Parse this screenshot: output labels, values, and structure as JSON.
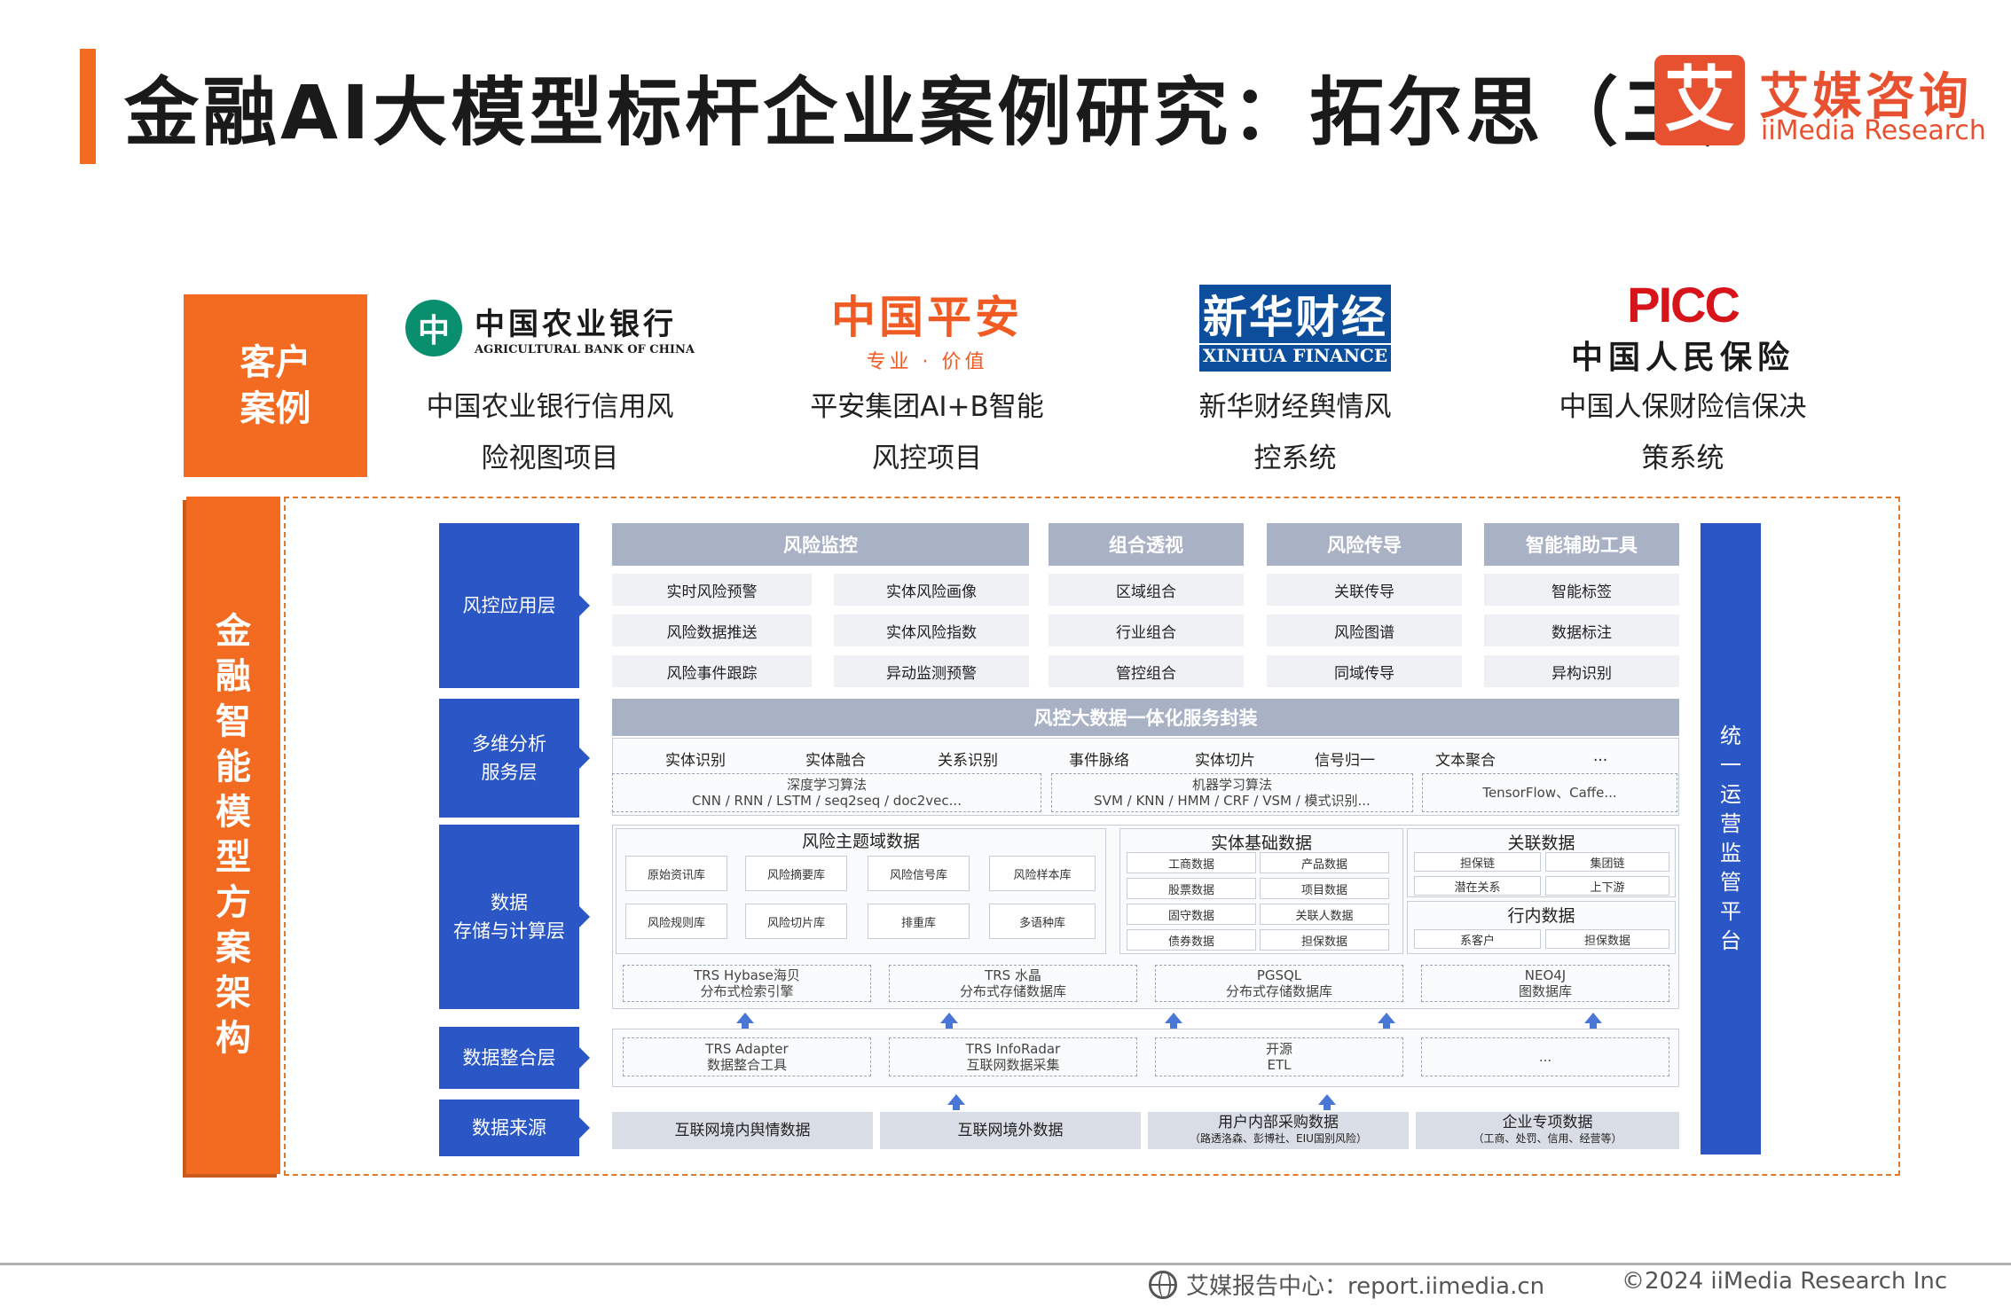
{
  "title": "金融AI大模型标杆企业案例研究：拓尔思（三）",
  "brand": {
    "mark": "艾",
    "cn": "艾媒咨询",
    "en": "iiMedia Research",
    "color": "#e8512f"
  },
  "client_label": [
    "客户",
    "案例"
  ],
  "cases": [
    {
      "logo": {
        "icon": "abc-logo-icon",
        "cn": "中国农业银行",
        "en": "AGRICULTURAL BANK OF CHINA"
      },
      "desc": [
        "中国农业银行信用风",
        "险视图项目"
      ]
    },
    {
      "logo": {
        "icon": "pingan-logo",
        "cn": "中国平安",
        "sub": "专业 · 价值"
      },
      "desc": [
        "平安集团AI+B智能",
        "风控项目"
      ]
    },
    {
      "logo": {
        "icon": "xinhua-logo",
        "cn": "新华财经",
        "en": "XINHUA FINANCE"
      },
      "desc": [
        "新华财经舆情风",
        "控系统"
      ]
    },
    {
      "logo": {
        "icon": "picc-logo",
        "en": "PICC",
        "cn": "中国人民保险"
      },
      "desc": [
        "中国人保财险信保决",
        "策系统"
      ]
    }
  ],
  "arch_label": [
    "金",
    "融",
    "智",
    "能",
    "模",
    "型",
    "方",
    "案",
    "架",
    "构"
  ],
  "layers": {
    "app": "风控应用层",
    "analysis": [
      "多维分析",
      "服务层"
    ],
    "storage": [
      "数据",
      "存储与计算层"
    ],
    "integration": "数据整合层",
    "source": "数据来源"
  },
  "app_layer": {
    "headers": [
      "风险监控",
      "组合透视",
      "风险传导",
      "智能辅助工具"
    ],
    "risk_monitor": [
      "实时风险预警",
      "实体风险画像",
      "风险数据推送",
      "实体风险指数",
      "风险事件跟踪",
      "异动监测预警"
    ],
    "portfolio": [
      "区域组合",
      "行业组合",
      "管控组合"
    ],
    "transmission": [
      "关联传导",
      "风险图谱",
      "同域传导"
    ],
    "tools": [
      "智能标签",
      "数据标注",
      "异构识别"
    ]
  },
  "analysis_layer": {
    "header": "风控大数据一体化服务封装",
    "items": [
      "实体识别",
      "实体融合",
      "关系识别",
      "事件脉络",
      "实体切片",
      "信号归一",
      "文本聚合",
      "..."
    ],
    "algos": [
      {
        "title": "深度学习算法",
        "detail": "CNN / RNN / LSTM / seq2seq / doc2vec..."
      },
      {
        "title": "机器学习算法",
        "detail": "SVM / KNN / HMM / CRF / VSM / 模式识别..."
      },
      {
        "title": "",
        "detail": "TensorFlow、Caffe..."
      }
    ]
  },
  "storage_layer": {
    "risk_topic": {
      "title": "风险主题域数据",
      "items": [
        "原始资讯库",
        "风险摘要库",
        "风险信号库",
        "风险样本库",
        "风险规则库",
        "风险切片库",
        "排重库",
        "多语种库"
      ]
    },
    "entity_base": {
      "title": "实体基础数据",
      "items": [
        "工商数据",
        "产品数据",
        "股票数据",
        "项目数据",
        "固守数据",
        "关联人数据",
        "债券数据",
        "担保数据"
      ]
    },
    "related": {
      "title": "关联数据",
      "items": [
        "担保链",
        "集团链",
        "潜在关系",
        "上下游"
      ]
    },
    "internal": {
      "title": "行内数据",
      "items": [
        "系客户",
        "担保数据"
      ]
    },
    "engines": [
      {
        "name": "TRS Hybase海贝",
        "desc": "分布式检索引擎"
      },
      {
        "name": "TRS 水晶",
        "desc": "分布式存储数据库"
      },
      {
        "name": "PGSQL",
        "desc": "分布式存储数据库"
      },
      {
        "name": "NEO4J",
        "desc": "图数据库"
      }
    ]
  },
  "integration_layer": [
    {
      "name": "TRS Adapter",
      "desc": "数据整合工具"
    },
    {
      "name": "TRS InfoRadar",
      "desc": "互联网数据采集"
    },
    {
      "name": "开源",
      "desc": "ETL"
    },
    {
      "name": "...",
      "desc": ""
    }
  ],
  "source_layer": [
    {
      "name": "互联网境内舆情数据",
      "note": ""
    },
    {
      "name": "互联网境外数据",
      "note": ""
    },
    {
      "name": "用户内部采购数据",
      "note": "（路透洛森、彭博社、EIU国别风险）"
    },
    {
      "name": "企业专项数据",
      "note": "（工商、处罚、信用、经营等）"
    }
  ],
  "side_platform": [
    "统",
    "一",
    "运",
    "营",
    "监",
    "管",
    "平",
    "台"
  ],
  "footer": {
    "left": "艾媒报告中心：report.iimedia.cn",
    "right": "©2024  iiMedia Research  Inc"
  },
  "colors": {
    "accent": "#f26b21",
    "layer_blue": "#2a56c6",
    "header_gray": "#a9b1c4"
  }
}
